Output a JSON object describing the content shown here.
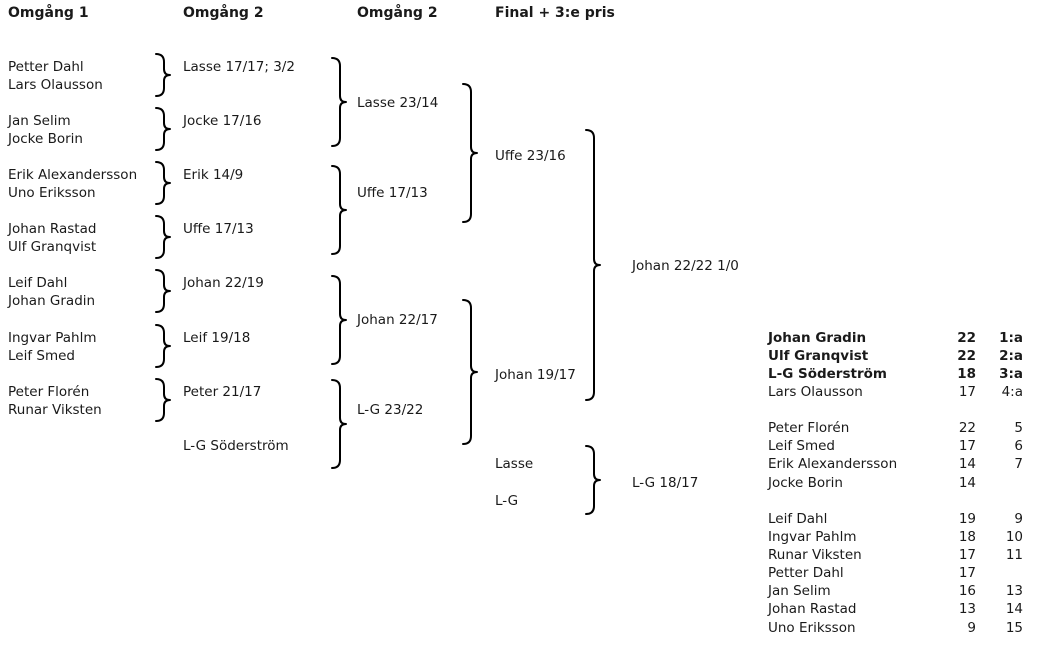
{
  "headers": {
    "col1": "Omgång 1",
    "col2": "Omgång 2",
    "col3": "Omgång 2",
    "col4": "Final + 3:e pris"
  },
  "round1": [
    [
      "Petter Dahl",
      "Lars Olausson"
    ],
    [
      "Jan Selim",
      "Jocke Borin"
    ],
    [
      "Erik Alexandersson",
      "Uno Eriksson"
    ],
    [
      "Johan Rastad",
      "Ulf Granqvist"
    ],
    [
      "Leif Dahl",
      "Johan Gradin"
    ],
    [
      "Ingvar Pahlm",
      "Leif Smed"
    ],
    [
      "Peter Florén",
      "Runar Viksten"
    ]
  ],
  "round2": [
    "Lasse 17/17; 3/2",
    "Jocke 17/16",
    "Erik 14/9",
    "Uffe 17/13",
    "Johan 22/19",
    "Leif 19/18",
    "Peter 21/17",
    "L-G Söderström"
  ],
  "round3": [
    "Lasse 23/14",
    "Uffe 17/13",
    "Johan 22/17",
    "L-G 23/22"
  ],
  "semis": [
    "Uffe 23/16",
    "Johan 19/17"
  ],
  "final": {
    "winner": "Johan 22/22 1/0",
    "third_a": "Lasse",
    "third_b": "L-G",
    "third_result": "L-G 18/17"
  },
  "standings": [
    {
      "name": "Johan Gradin",
      "score": "22",
      "place": "1:a",
      "bold": true
    },
    {
      "name": "Ulf Granqvist",
      "score": "22",
      "place": "2:a",
      "bold": true
    },
    {
      "name": "L-G Söderström",
      "score": "18",
      "place": "3:a",
      "bold": true
    },
    {
      "name": "Lars Olausson",
      "score": "17",
      "place": "4:a",
      "bold": false
    },
    {
      "name": "Peter Florén",
      "score": "22",
      "place": "5",
      "bold": false
    },
    {
      "name": "Leif Smed",
      "score": "17",
      "place": "6",
      "bold": false
    },
    {
      "name": "Erik Alexandersson",
      "score": "14",
      "place": "7",
      "bold": false
    },
    {
      "name": "Jocke Borin",
      "score": "14",
      "place": "",
      "bold": false
    },
    {
      "name": "Leif Dahl",
      "score": "19",
      "place": "9",
      "bold": false
    },
    {
      "name": "Ingvar Pahlm",
      "score": "18",
      "place": "10",
      "bold": false
    },
    {
      "name": "Runar Viksten",
      "score": "17",
      "place": "11",
      "bold": false
    },
    {
      "name": "Petter Dahl",
      "score": "17",
      "place": "",
      "bold": false
    },
    {
      "name": "Jan Selim",
      "score": "16",
      "place": "13",
      "bold": false
    },
    {
      "name": "Johan Rastad",
      "score": "13",
      "place": "14",
      "bold": false
    },
    {
      "name": "Uno Eriksson",
      "score": "9",
      "place": "15",
      "bold": false
    }
  ]
}
